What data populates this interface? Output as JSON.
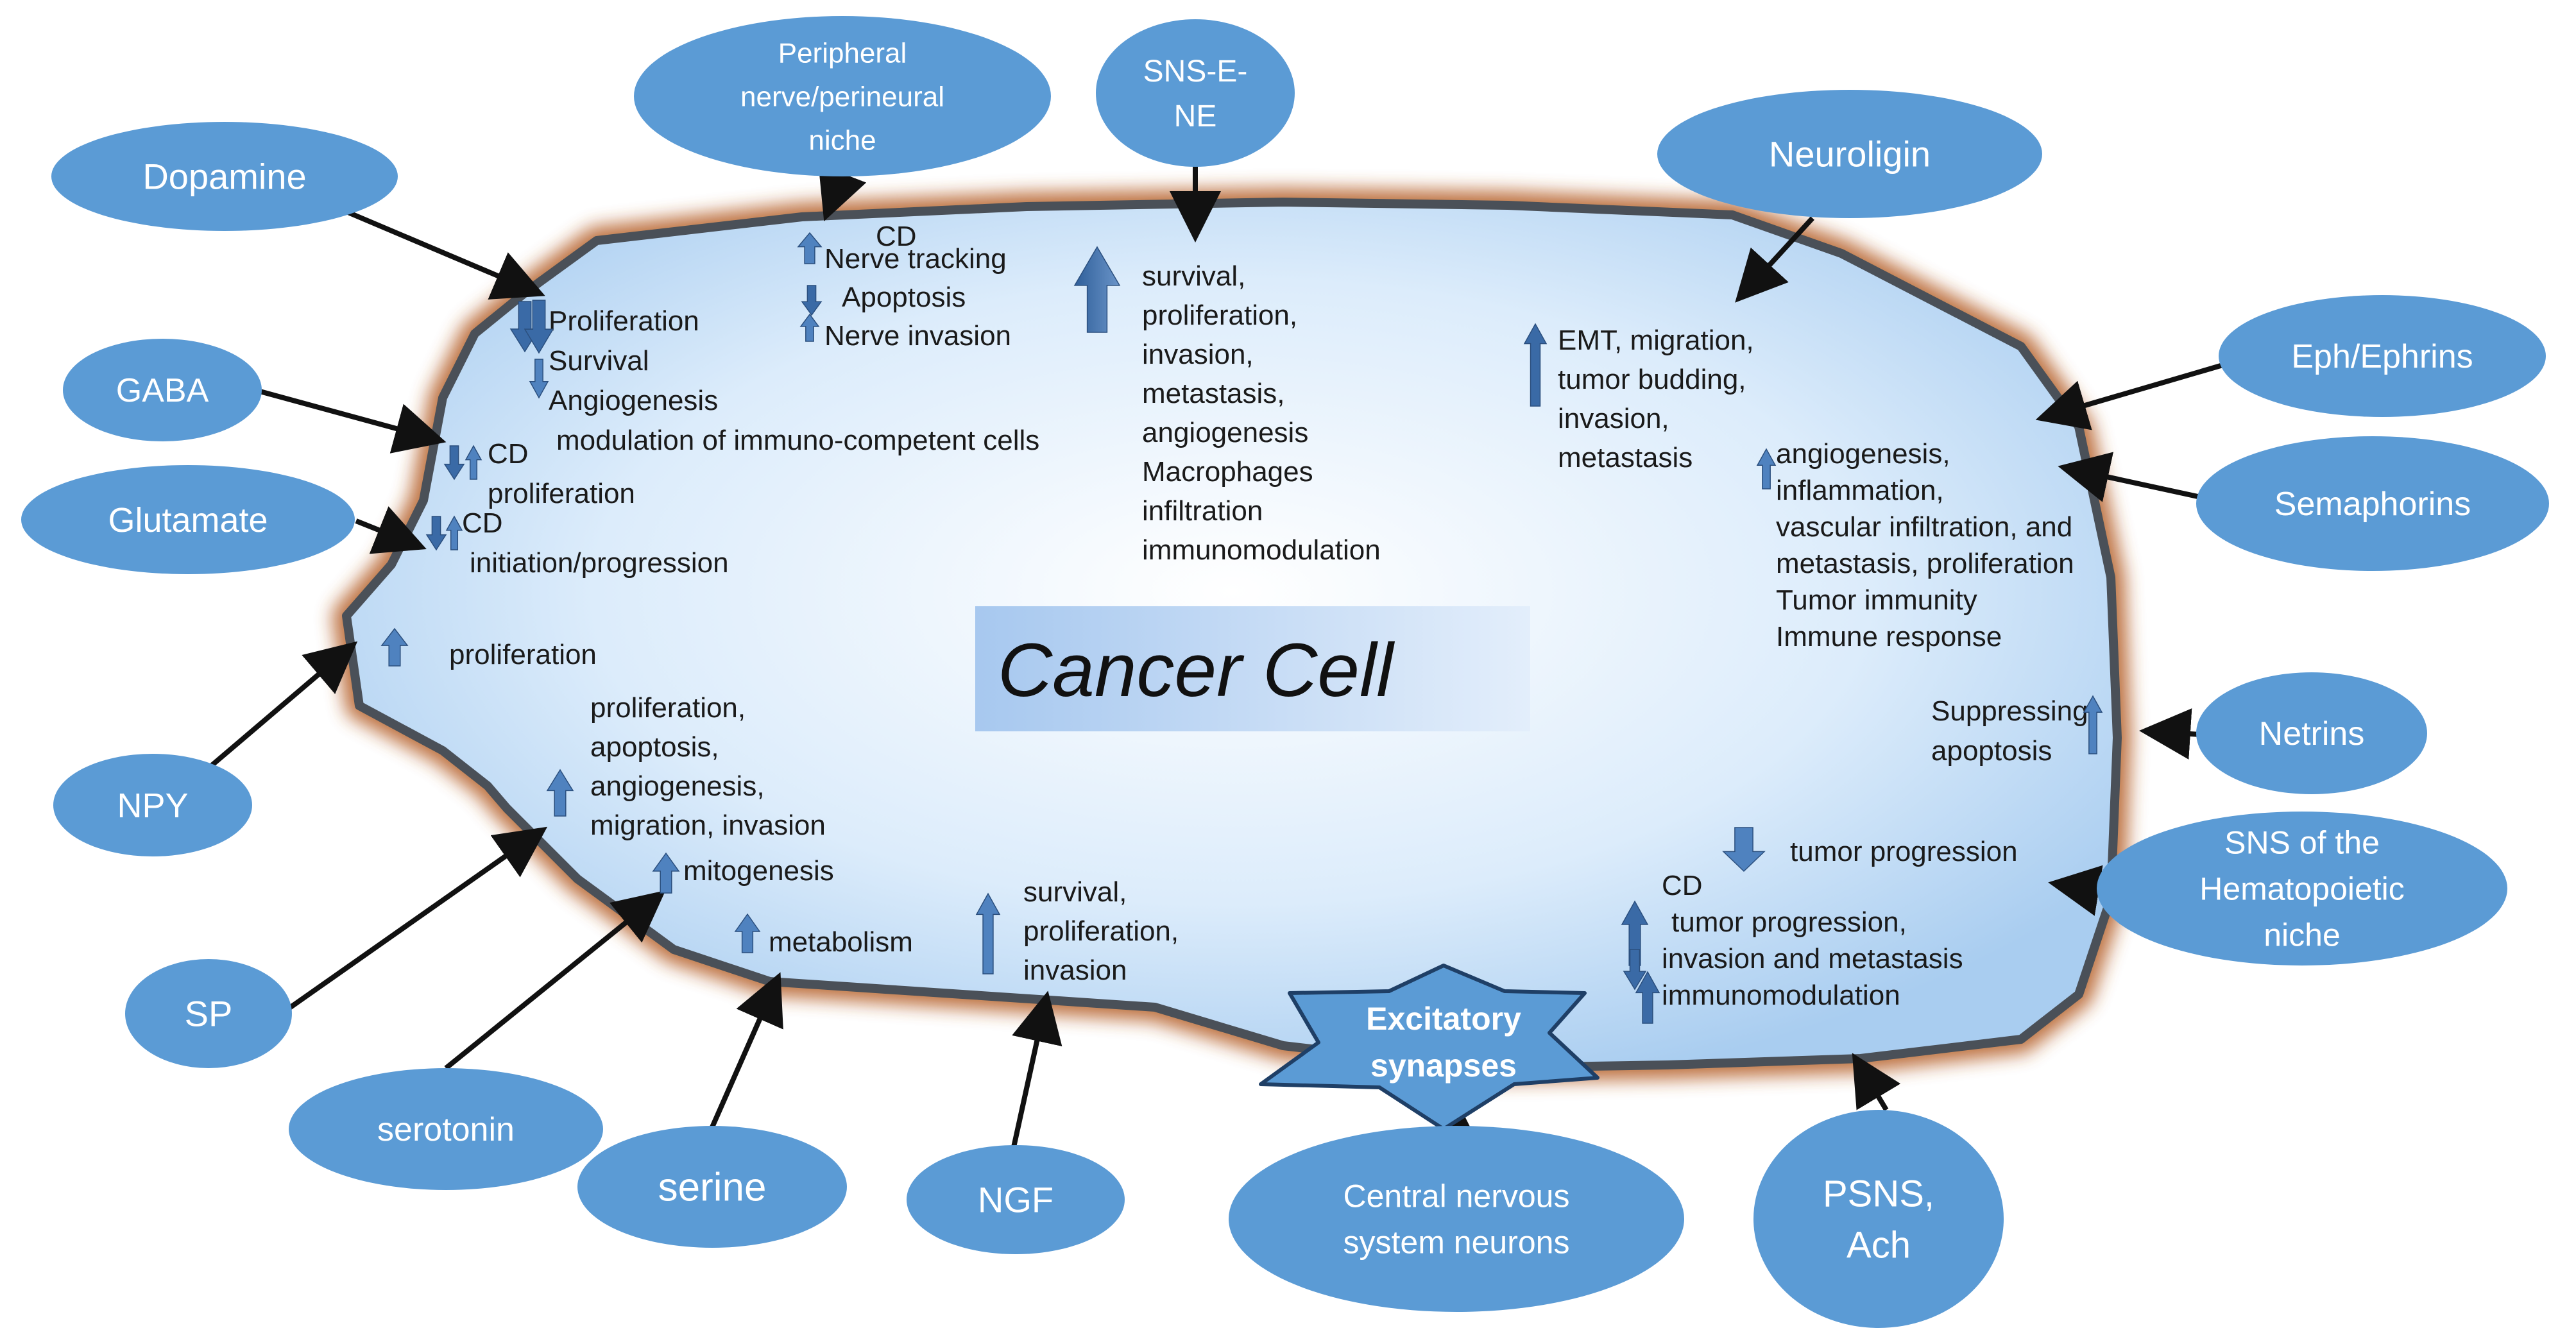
{
  "title": "Cancer Cell",
  "excitatory_label": [
    "Excitatory",
    "synapses"
  ],
  "nodes": [
    {
      "id": "dopamine",
      "lines": [
        "Dopamine"
      ]
    },
    {
      "id": "peripheral-nerve",
      "lines": [
        "Peripheral",
        "nerve/perineural",
        "niche"
      ]
    },
    {
      "id": "sns-e-ne",
      "lines": [
        "SNS-E-",
        "NE"
      ]
    },
    {
      "id": "neuroligin",
      "lines": [
        "Neuroligin"
      ]
    },
    {
      "id": "eph-ephrins",
      "lines": [
        "Eph/Ephrins"
      ]
    },
    {
      "id": "semaphorins",
      "lines": [
        "Semaphorins"
      ]
    },
    {
      "id": "netrins",
      "lines": [
        "Netrins"
      ]
    },
    {
      "id": "sns-hematopoietic",
      "lines": [
        "SNS of the",
        "Hematopoietic",
        "niche"
      ]
    },
    {
      "id": "psns-ach",
      "lines": [
        "PSNS,",
        "Ach"
      ]
    },
    {
      "id": "cns-neurons",
      "lines": [
        "Central nervous",
        "system neurons"
      ]
    },
    {
      "id": "ngf",
      "lines": [
        "NGF"
      ]
    },
    {
      "id": "serine",
      "lines": [
        "serine"
      ]
    },
    {
      "id": "serotonin",
      "lines": [
        "serotonin"
      ]
    },
    {
      "id": "sp",
      "lines": [
        "SP"
      ]
    },
    {
      "id": "npy",
      "lines": [
        "NPY"
      ]
    },
    {
      "id": "glutamate",
      "lines": [
        "Glutamate"
      ]
    },
    {
      "id": "gaba",
      "lines": [
        "GABA"
      ]
    }
  ],
  "effects": [
    {
      "id": "dopamine",
      "lines": [
        "Proliferation",
        "Survival",
        "Angiogenesis",
        "modulation of immuno-competent cells"
      ]
    },
    {
      "id": "peripheral-cd",
      "lines": [
        "CD"
      ]
    },
    {
      "id": "peripheral",
      "lines": [
        "Nerve tracking",
        "Apoptosis",
        "Nerve invasion"
      ]
    },
    {
      "id": "sns",
      "lines": [
        "survival,",
        "proliferation,",
        "invasion,",
        "metastasis,",
        "angiogenesis",
        "Macrophages",
        "infiltration",
        "immunomodulation"
      ]
    },
    {
      "id": "neuroligin",
      "lines": [
        "EMT, migration,",
        "tumor budding,",
        "invasion,",
        "metastasis"
      ]
    },
    {
      "id": "semaphorins",
      "lines": [
        "angiogenesis,",
        "inflammation,",
        "vascular infiltration, and",
        "metastasis, proliferation",
        "Tumor immunity",
        "Immune response"
      ]
    },
    {
      "id": "gaba",
      "lines": [
        "CD",
        "proliferation"
      ]
    },
    {
      "id": "glutamate",
      "lines": [
        "CD",
        "initiation/progression"
      ]
    },
    {
      "id": "npy",
      "lines": [
        "proliferation"
      ]
    },
    {
      "id": "sp",
      "lines": [
        "proliferation,",
        "apoptosis,",
        "angiogenesis,",
        "migration, invasion"
      ]
    },
    {
      "id": "serotonin",
      "lines": [
        "mitogenesis"
      ]
    },
    {
      "id": "serine",
      "lines": [
        "metabolism"
      ]
    },
    {
      "id": "ngf",
      "lines": [
        "survival,",
        "proliferation,",
        "invasion"
      ]
    },
    {
      "id": "netrins",
      "lines": [
        "Suppressing",
        "apoptosis"
      ]
    },
    {
      "id": "sns-hemato",
      "lines": [
        "tumor progression"
      ]
    },
    {
      "id": "psns",
      "lines": [
        "CD",
        "tumor progression,",
        "invasion and metastasis",
        "immunomodulation"
      ]
    }
  ]
}
